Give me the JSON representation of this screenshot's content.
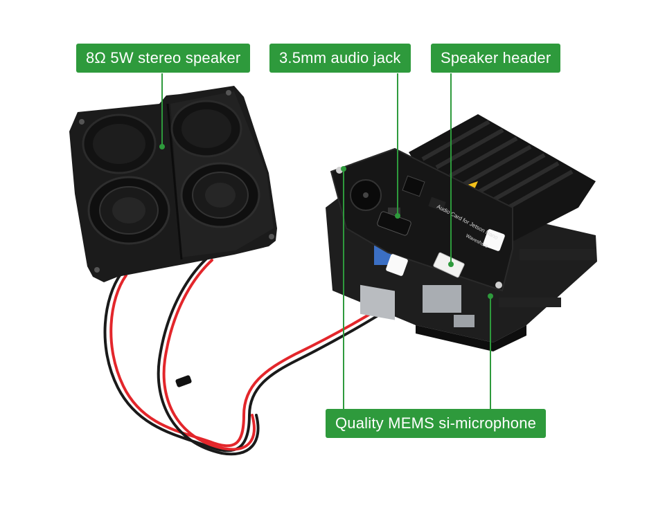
{
  "callouts": {
    "speaker": "8Ω 5W stereo speaker",
    "audio_jack": "3.5mm audio jack",
    "speaker_header": "Speaker header",
    "microphone": "Quality MEMS si-microphone"
  },
  "board": {
    "silkscreen_title": "Audio Card for Jetson Nano",
    "silkscreen_brand": "Waveshare"
  },
  "colors": {
    "callout_green": "#2e9a3c",
    "wire_red": "#e3262b",
    "wire_black": "#1a1a1a",
    "speaker_body": "#1b1b1b",
    "pcb": "#161616"
  }
}
